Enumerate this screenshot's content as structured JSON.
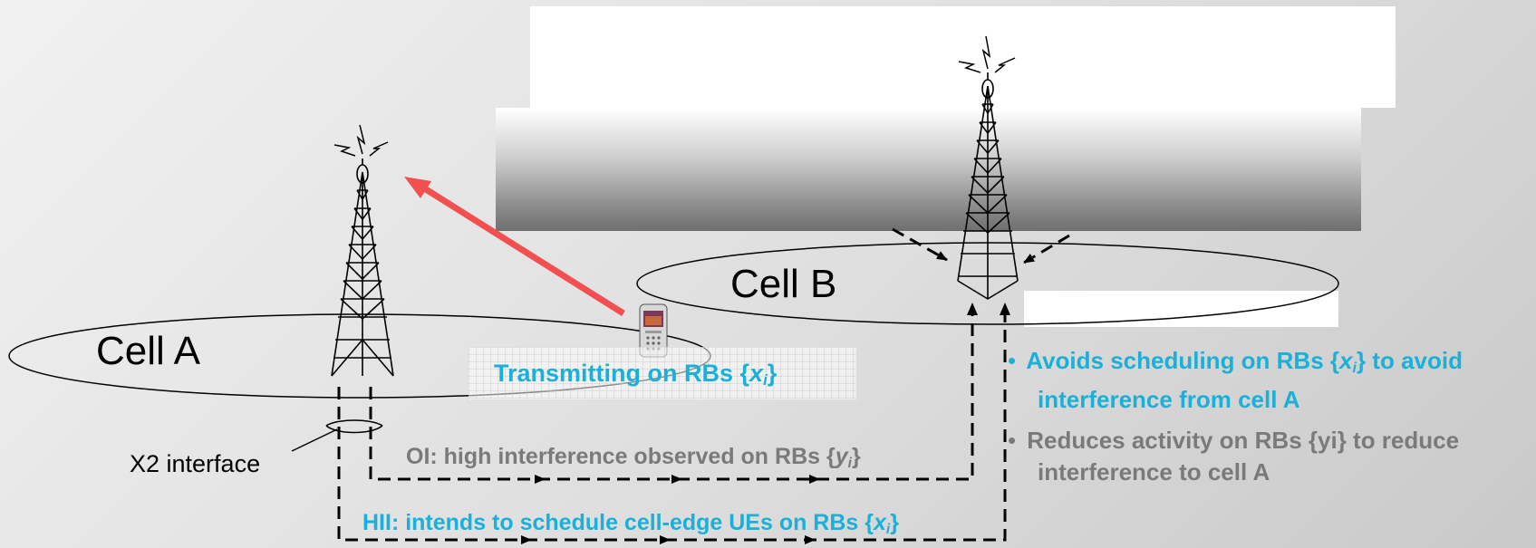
{
  "cells": {
    "a_label": "Cell A",
    "b_label": "Cell B"
  },
  "x2_label": "X2 interface",
  "transmit": {
    "prefix": "Transmitting on RBs {",
    "var": "x",
    "sub": "i",
    "suffix": "}"
  },
  "oi": {
    "prefix": "OI: high interference observed on RBs {",
    "var": "y",
    "sub": "i",
    "suffix": "}"
  },
  "hii": {
    "prefix": "HII: intends to schedule cell-edge UEs on RBs {",
    "var": "x",
    "sub": "i",
    "suffix": "}"
  },
  "bullets": [
    {
      "line1_prefix": "Avoids scheduling on RBs {",
      "var": "x",
      "sub": "i",
      "line1_suffix": "} to avoid",
      "line2": "interference from cell A"
    },
    {
      "line1": "Reduces activity on RBs {yi} to reduce",
      "line2": "interference to cell A"
    }
  ],
  "colors": {
    "highlight_blue": "#1ab0d8",
    "oi_gray": "#7a7a7a",
    "interference_arrow": "#f25050"
  },
  "icons": [
    "tower-icon",
    "antenna-icon",
    "phone-icon"
  ]
}
